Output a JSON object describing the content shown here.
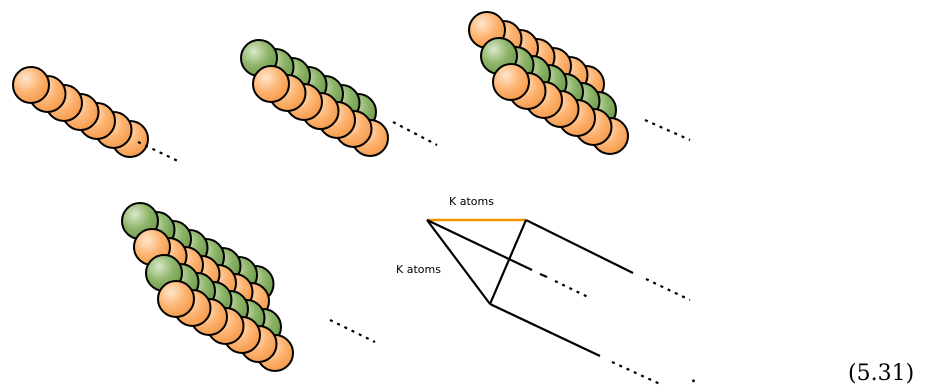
{
  "colors": {
    "orange_fill": "#FDB472",
    "orange_highlight": "#FFE6CC",
    "green_fill": "#8FB56A",
    "green_highlight": "#D9E8C9",
    "outline": "#000000",
    "orange_line": "#F39200"
  },
  "labels": {
    "k_atoms_top": "K atoms",
    "k_atoms_side": "K atoms"
  },
  "equation_number": "(5.31)",
  "trailing_dot": "."
}
